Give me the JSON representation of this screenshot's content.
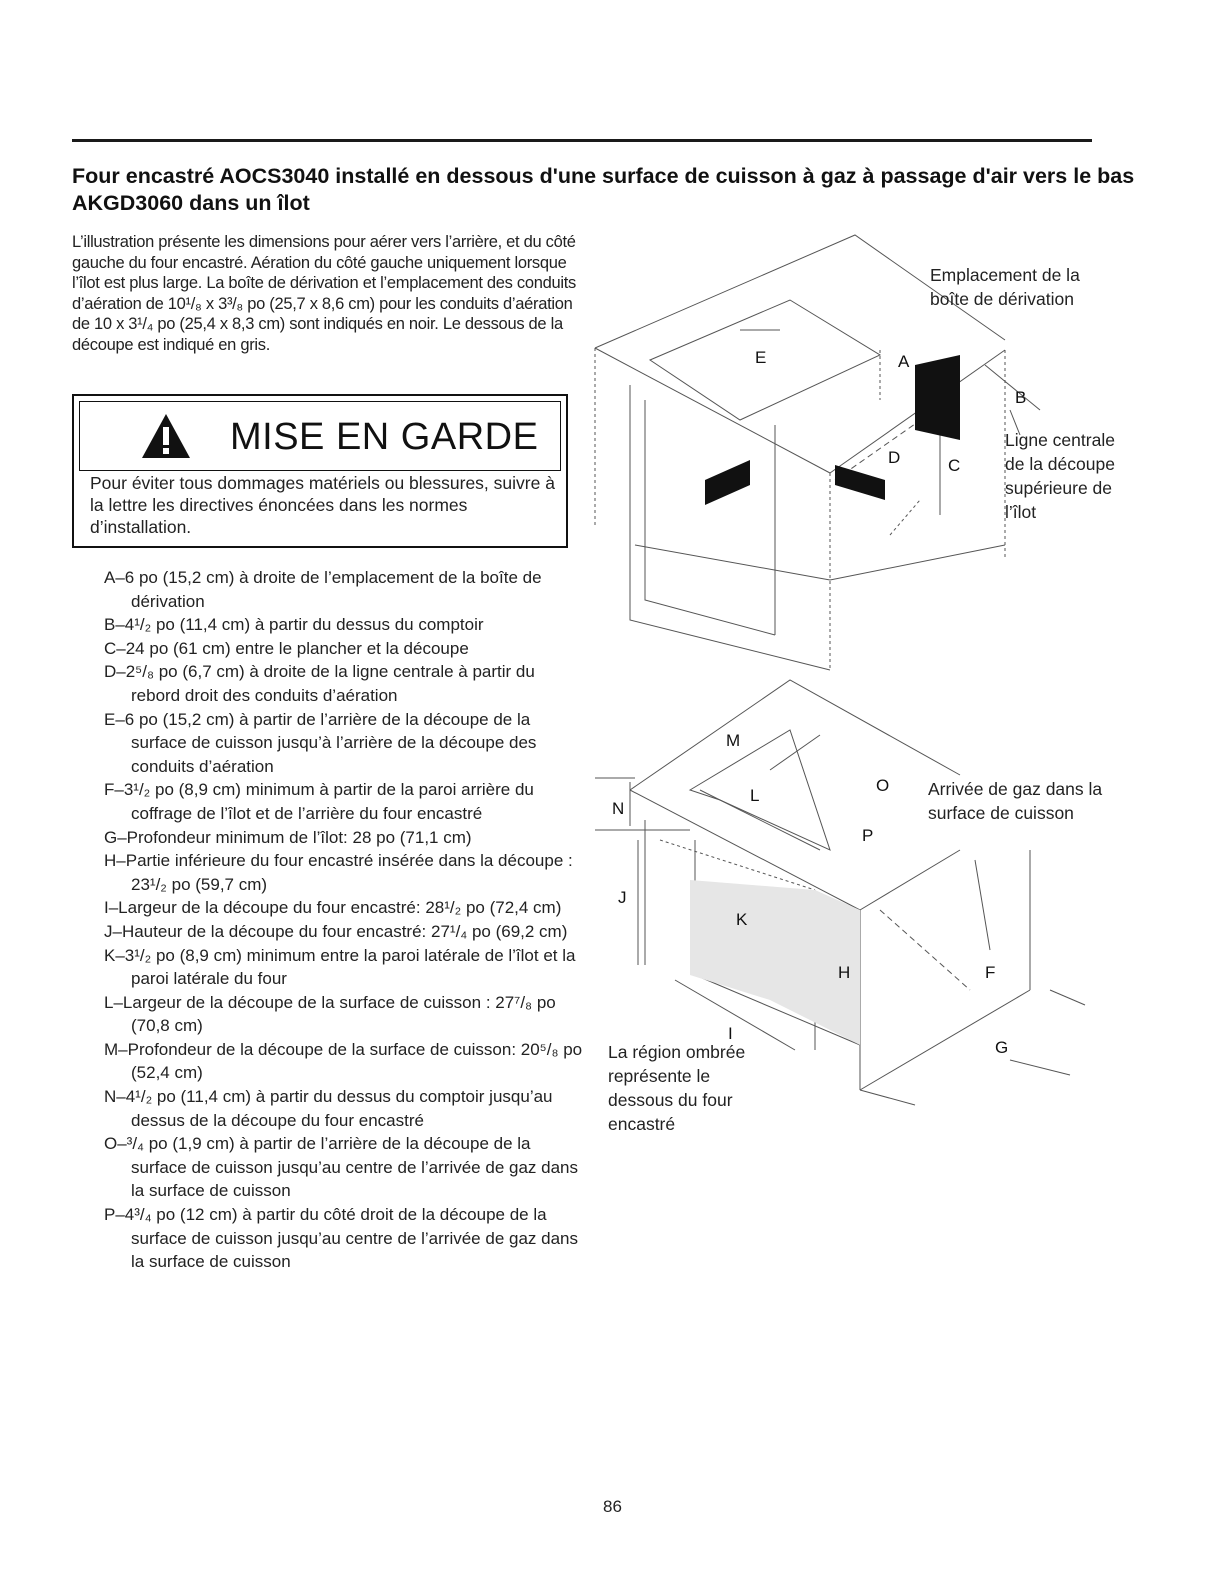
{
  "page_title": "Four encastré AOCS3040 installé en dessous d'une surface de cuisson à gaz à passage d'air vers le bas AKGD3060 dans un îlot",
  "intro": "L’illustration présente les dimensions pour aérer vers l’arrière, et du côté gauche du four encastré. Aération du côté gauche uniquement lorsque l’îlot est plus large. La boîte de dérivation et l’emplacement des conduits d’aération de 10¹/₈ x 3³/₈ po (25,7 x 8,6 cm) pour les conduits d’aération de 10 x 3¹/₄ po (25,4 x 8,3 cm) sont indiqués en noir. Le dessous de la découpe est indiqué en gris.",
  "warning": {
    "icon": "warning-triangle-icon",
    "title": "MISE EN GARDE",
    "text": "Pour éviter tous dommages matériels ou blessures, suivre à la lettre les directives énoncées dans les normes d’installation."
  },
  "items": [
    "A–6 po (15,2 cm) à droite de l’emplacement de la boîte de dérivation",
    "B–4¹/₂ po (11,4 cm) à partir du dessus du comptoir",
    "C–24 po (61 cm) entre le plancher et la découpe",
    "D–2⁵/₈ po (6,7 cm) à droite de la ligne centrale à partir du rebord droit des conduits d’aération",
    "E–6 po (15,2 cm) à partir de l’arrière de la découpe de la surface de cuisson jusqu’à l’arrière de la découpe des conduits d’aération",
    "F–3¹/₂ po (8,9 cm) minimum à partir de la paroi arrière du coffrage de l’îlot et de l’arrière du four encastré",
    "G–Profondeur minimum de l’îlot: 28 po (71,1 cm)",
    "H–Partie inférieure du four encastré insérée dans la découpe : 23¹/₂ po (59,7 cm)",
    "I–Largeur de la découpe du four encastré: 28¹/₂ po (72,4 cm)",
    "J–Hauteur de la découpe du four encastré: 27¹/₄ po (69,2 cm)",
    "K–3¹/₂ po (8,9 cm) minimum entre la paroi latérale de l’îlot et la paroi latérale du four",
    "L–Largeur de la découpe de la surface de cuisson : 27⁷/₈ po (70,8 cm)",
    "M–Profondeur de la découpe de la surface de cuisson: 20⁵/₈ po (52,4 cm)",
    "N–4¹/₂ po (11,4 cm) à partir du dessus du comptoir jusqu’au dessus de la découpe du four encastré",
    "O–³/₄ po (1,9 cm) à partir de l’arrière de la découpe de la surface de cuisson jusqu’au centre de l’arrivée de gaz dans la surface de cuisson",
    "P–4³/₄ po (12 cm) à partir du côté droit de la découpe de la surface de cuisson jusqu’au centre de l’arrivée de gaz dans la surface de cuisson"
  ],
  "diagram": {
    "label_junction_box": "Emplacement de la boîte de dérivation",
    "label_center_line": "Ligne centrale de la découpe supérieure de l’îlot",
    "label_gas_inlet": "Arrivée de gaz dans la surface de cuisson",
    "label_shaded_region": "La région ombrée représente le dessous du four encastré",
    "letters": {
      "A": "A",
      "B": "B",
      "C": "C",
      "D": "D",
      "E": "E",
      "F": "F",
      "G": "G",
      "H": "H",
      "I": "I",
      "J": "J",
      "K": "K",
      "L": "L",
      "M": "M",
      "N": "N",
      "O": "O",
      "P": "P"
    }
  },
  "page_number": "86"
}
